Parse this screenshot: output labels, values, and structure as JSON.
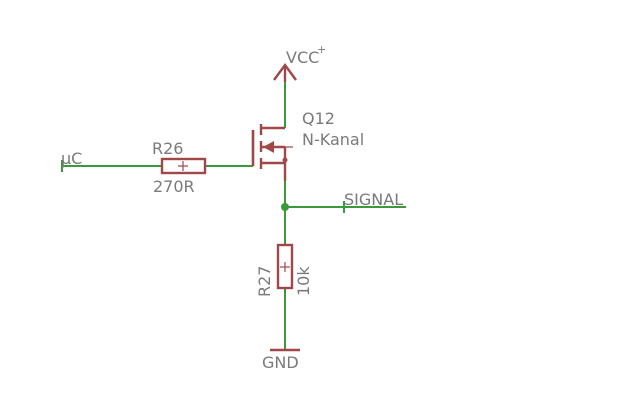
{
  "nets": {
    "uc": "µC",
    "signal": "SIGNAL",
    "vcc": "VCC",
    "vcc_plus": "+",
    "gnd": "GND"
  },
  "r26": {
    "ref": "R26",
    "value": "270R",
    "pin_marker": "+"
  },
  "r27": {
    "ref": "R27",
    "value": "10k",
    "pin_marker": "+"
  },
  "q12": {
    "ref": "Q12",
    "value": "N-Kanal"
  },
  "colors": {
    "wire": "#3a9a3a",
    "component": "#a04848",
    "label": "#7a7a7a",
    "background": "#ffffff"
  }
}
